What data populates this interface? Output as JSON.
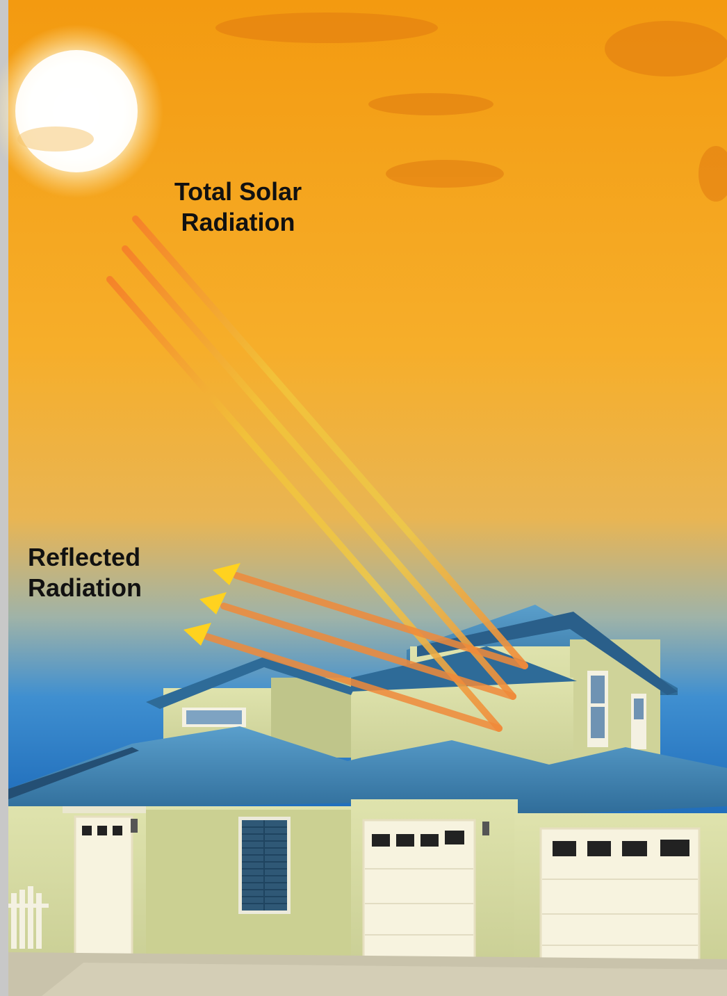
{
  "labels": {
    "total_solar_radiation": {
      "line1": "Total Solar",
      "line2": "Radiation"
    },
    "reflected_radiation": {
      "line1": "Reflected",
      "line2": "Radiation"
    }
  },
  "colors": {
    "sky_top": "#f4a21a",
    "sky_mid": "#f7b93a",
    "sky_low": "#2f7fc4",
    "ray_incoming": "#f0d23a",
    "ray_reflected": "#f08a3a",
    "arrowhead": "#ffd21f",
    "wall": "#d7dca3",
    "roof": "#3d7fae",
    "garage_door": "#f7f3df"
  }
}
